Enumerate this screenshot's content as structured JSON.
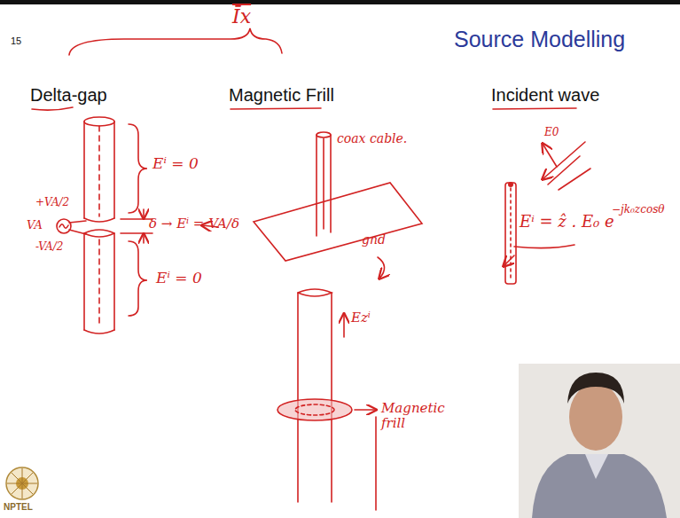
{
  "diagram": {
    "title": "Source Modelling",
    "labels": [
      "15",
      "Īx",
      "Delta-gap",
      "Magnetic Frill",
      "Incident wave",
      "Eⁱ = 0",
      "+VA/2",
      "VA",
      "-VA/2",
      "δ → Eⁱ = VA/δ",
      "Eⁱ = 0",
      "coax cable.",
      "gnd",
      "Ezⁱ",
      "Magnetic frill",
      "E0",
      "Eⁱ = ẑ . E₀ e",
      "−jk₀zcosθ",
      "NPTEL"
    ]
  }
}
